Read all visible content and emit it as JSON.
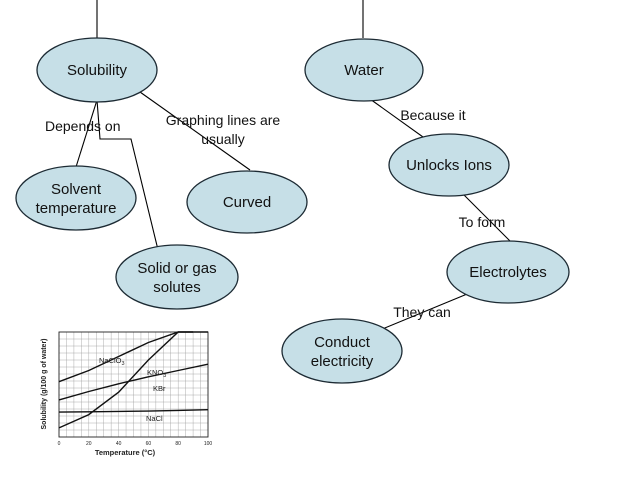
{
  "nodes": {
    "solubility": "Solubility",
    "water": "Water",
    "solvent_temperature": [
      "Solvent",
      "temperature"
    ],
    "curved": "Curved",
    "solid_or_gas_solutes": [
      "Solid or gas",
      "solutes"
    ],
    "unlocks_ions": "Unlocks Ions",
    "electrolytes": "Electrolytes",
    "conduct_electricity": [
      "Conduct",
      "electricity"
    ]
  },
  "edge_labels": {
    "depends_on": "Depends on",
    "graphing_lines": [
      "Graphing lines are",
      "usually"
    ],
    "because_it": "Because it",
    "to_form": "To form",
    "they_can": "They can"
  },
  "chart_data": {
    "type": "line",
    "xlabel": "Temperature (°C)",
    "ylabel": "Solubility (g/100 g of water)",
    "xlim": [
      0,
      100
    ],
    "ylim": [
      0,
      150
    ],
    "x_ticks": [
      "0",
      "20",
      "40",
      "60",
      "80",
      "100"
    ],
    "series": [
      {
        "name": "NaClO3",
        "x": [
          0,
          20,
          40,
          60,
          80,
          100
        ],
        "y": [
          79,
          95,
          115,
          135,
          150,
          150
        ]
      },
      {
        "name": "KNO3",
        "x": [
          0,
          20,
          40,
          60,
          80,
          90
        ],
        "y": [
          13,
          32,
          64,
          110,
          150,
          150
        ]
      },
      {
        "name": "KBr",
        "x": [
          0,
          20,
          40,
          60,
          80,
          100
        ],
        "y": [
          53,
          65,
          76,
          86,
          95,
          104
        ]
      },
      {
        "name": "NaCl",
        "x": [
          0,
          20,
          40,
          60,
          80,
          100
        ],
        "y": [
          35.5,
          36,
          36.5,
          37,
          38,
          39
        ]
      }
    ],
    "series_labels": [
      "NaClO",
      "KNO",
      "KBr",
      "NaCl"
    ],
    "subscript_3": "3",
    "grid": true
  }
}
